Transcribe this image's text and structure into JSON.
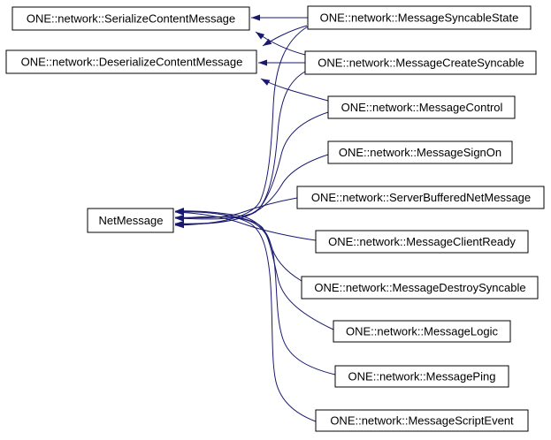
{
  "diagram": {
    "kind": "class-inheritance-graph",
    "background_color": "#ffffff",
    "edge_color": "#191970",
    "node_border_color": "#000000",
    "node_fill_color": "#ffffff",
    "label_color": "#000000",
    "nodes": {
      "netmessage": {
        "label": "NetMessage"
      },
      "serialize": {
        "label": "ONE::network::SerializeContentMessage"
      },
      "deserialize": {
        "label": "ONE::network::DeserializeContentMessage"
      },
      "syncable_state": {
        "label": "ONE::network::MessageSyncableState"
      },
      "create_syncable": {
        "label": "ONE::network::MessageCreateSyncable"
      },
      "control": {
        "label": "ONE::network::MessageControl"
      },
      "sign_on": {
        "label": "ONE::network::MessageSignOn"
      },
      "server_buffered": {
        "label": "ONE::network::ServerBufferedNetMessage"
      },
      "client_ready": {
        "label": "ONE::network::MessageClientReady"
      },
      "destroy_syncable": {
        "label": "ONE::network::MessageDestroySyncable"
      },
      "logic": {
        "label": "ONE::network::MessageLogic"
      },
      "ping": {
        "label": "ONE::network::MessagePing"
      },
      "script_event": {
        "label": "ONE::network::MessageScriptEvent"
      }
    },
    "edges": [
      {
        "from": "ONE::network::MessageSyncableState",
        "to": "ONE::network::SerializeContentMessage"
      },
      {
        "from": "ONE::network::MessageCreateSyncable",
        "to": "ONE::network::SerializeContentMessage"
      },
      {
        "from": "ONE::network::MessageSyncableState",
        "to": "ONE::network::DeserializeContentMessage"
      },
      {
        "from": "ONE::network::MessageCreateSyncable",
        "to": "ONE::network::DeserializeContentMessage"
      },
      {
        "from": "ONE::network::MessageControl",
        "to": "ONE::network::DeserializeContentMessage"
      },
      {
        "from": "ONE::network::MessageSyncableState",
        "to": "NetMessage"
      },
      {
        "from": "ONE::network::MessageCreateSyncable",
        "to": "NetMessage"
      },
      {
        "from": "ONE::network::MessageControl",
        "to": "NetMessage"
      },
      {
        "from": "ONE::network::MessageSignOn",
        "to": "NetMessage"
      },
      {
        "from": "ONE::network::ServerBufferedNetMessage",
        "to": "NetMessage"
      },
      {
        "from": "ONE::network::MessageClientReady",
        "to": "NetMessage"
      },
      {
        "from": "ONE::network::MessageDestroySyncable",
        "to": "NetMessage"
      },
      {
        "from": "ONE::network::MessageLogic",
        "to": "NetMessage"
      },
      {
        "from": "ONE::network::MessagePing",
        "to": "NetMessage"
      },
      {
        "from": "ONE::network::MessageScriptEvent",
        "to": "NetMessage"
      }
    ]
  }
}
